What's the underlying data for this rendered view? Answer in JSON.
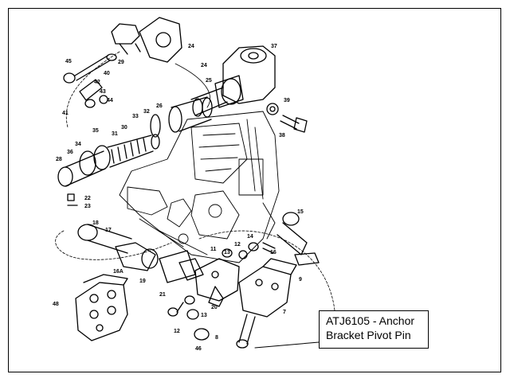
{
  "callout": {
    "line1": "ATJ6105 - Anchor",
    "line2": "Bracket Pivot Pin"
  },
  "part_labels": [
    "45",
    "29",
    "24",
    "37",
    "40",
    "24",
    "42",
    "43",
    "25",
    "41",
    "44",
    "32",
    "26",
    "39",
    "33",
    "38",
    "35",
    "31",
    "30",
    "34",
    "36",
    "28",
    "22",
    "23",
    "18",
    "15",
    "17",
    "14",
    "12",
    "16",
    "16A",
    "11",
    "13",
    "19",
    "9",
    "21",
    "20",
    "48",
    "13",
    "12",
    "7",
    "46",
    "8"
  ]
}
